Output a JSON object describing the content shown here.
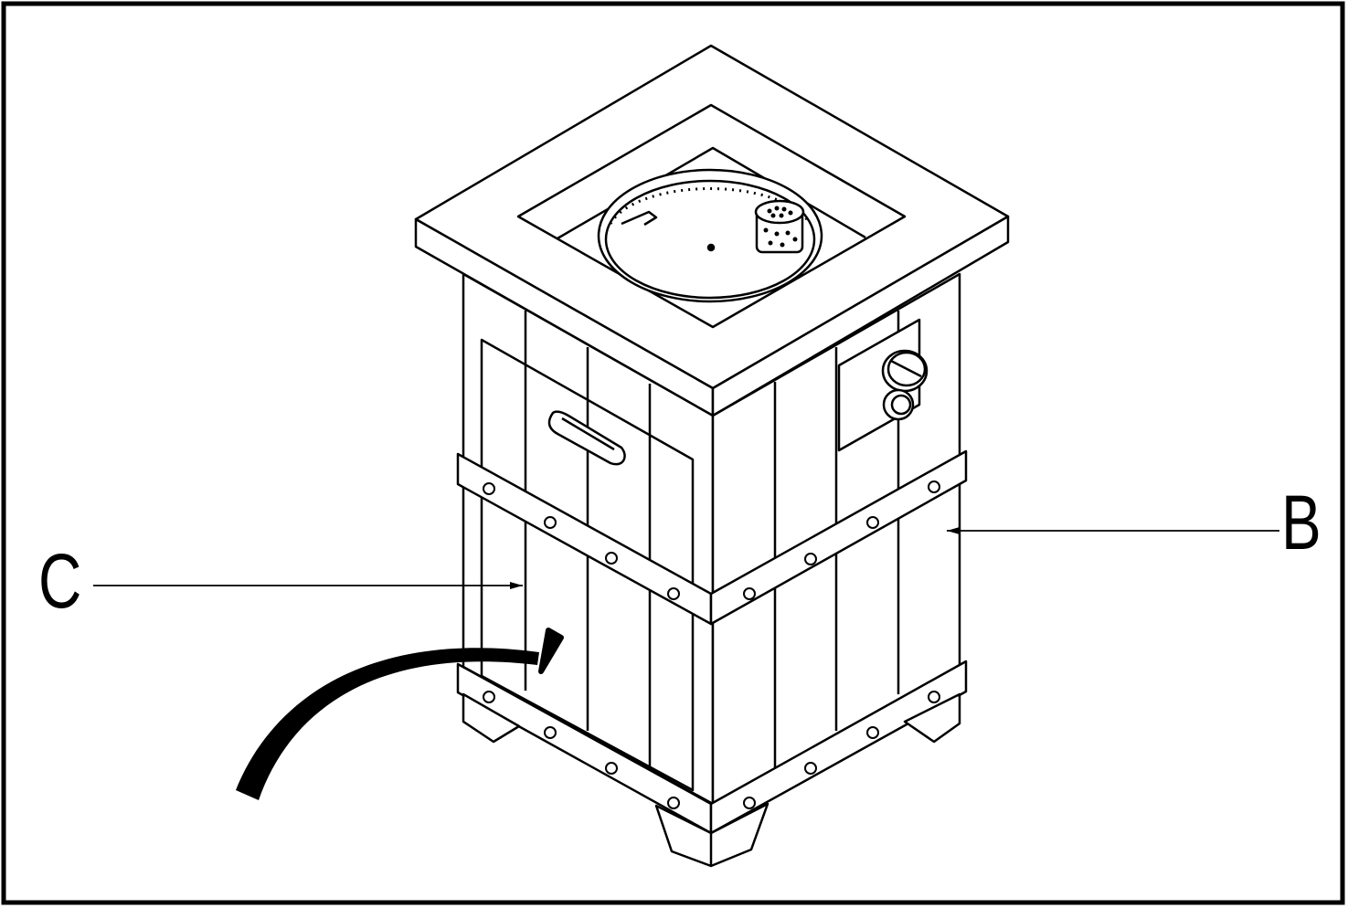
{
  "diagram": {
    "labels": {
      "c": "C",
      "b": "B"
    },
    "colors": {
      "line": "#000000",
      "background": "#ffffff"
    },
    "icons": [
      "fire-pit-drawing",
      "rotate-arrow-icon",
      "control-knob-icon",
      "igniter-button-icon",
      "burner-ring-icon"
    ]
  }
}
